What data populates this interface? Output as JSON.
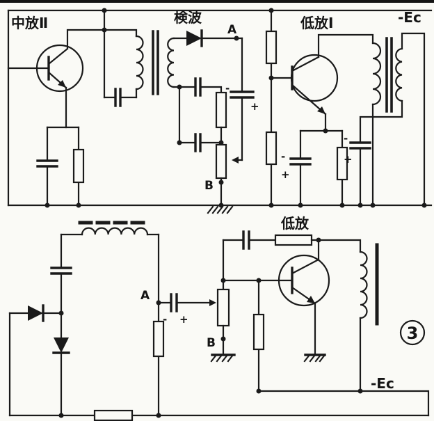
{
  "figure": {
    "number": "3"
  },
  "symbols": {
    "plus": "+",
    "minus": "-"
  },
  "top_circuit": {
    "stage1_label": "中放Ⅱ",
    "detector_label": "検波",
    "stage2_label": "低放Ⅰ",
    "supply_label": "-Ec",
    "terminal_a": "A",
    "terminal_b": "B"
  },
  "bottom_circuit": {
    "stage_label": "低放",
    "supply_label": "-Ec",
    "terminal_a": "A",
    "terminal_b": "B"
  }
}
